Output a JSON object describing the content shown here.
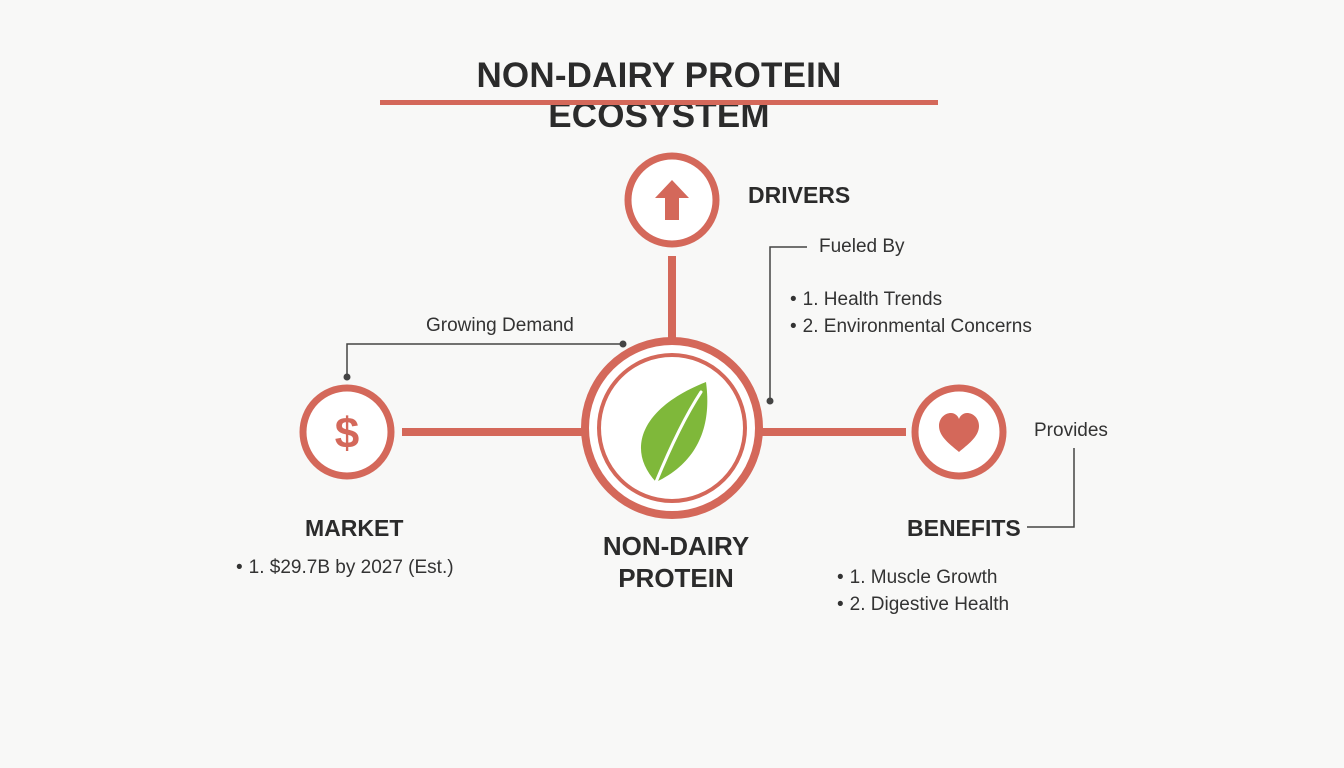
{
  "title": "NON-DAIRY PROTEIN ECOSYSTEM",
  "colors": {
    "accent": "#d4685a",
    "leaf": "#7fb83a",
    "connector": "#444444",
    "text": "#2b2b2b",
    "background": "#f8f8f7"
  },
  "center": {
    "label": "NON-DAIRY PROTEIN",
    "icon": "leaf-icon"
  },
  "drivers": {
    "heading": "DRIVERS",
    "icon": "arrow-up-icon",
    "connector_label": "Fueled By",
    "items": [
      "1. Health Trends",
      "2. Environmental Concerns"
    ]
  },
  "market": {
    "heading": "MARKET",
    "icon": "dollar-icon",
    "connector_label": "Growing Demand",
    "items": [
      "1. $29.7B by 2027 (Est.)"
    ]
  },
  "benefits": {
    "heading": "BENEFITS",
    "icon": "heart-icon",
    "connector_label": "Provides",
    "items": [
      "1. Muscle Growth",
      "2. Digestive Health"
    ]
  }
}
